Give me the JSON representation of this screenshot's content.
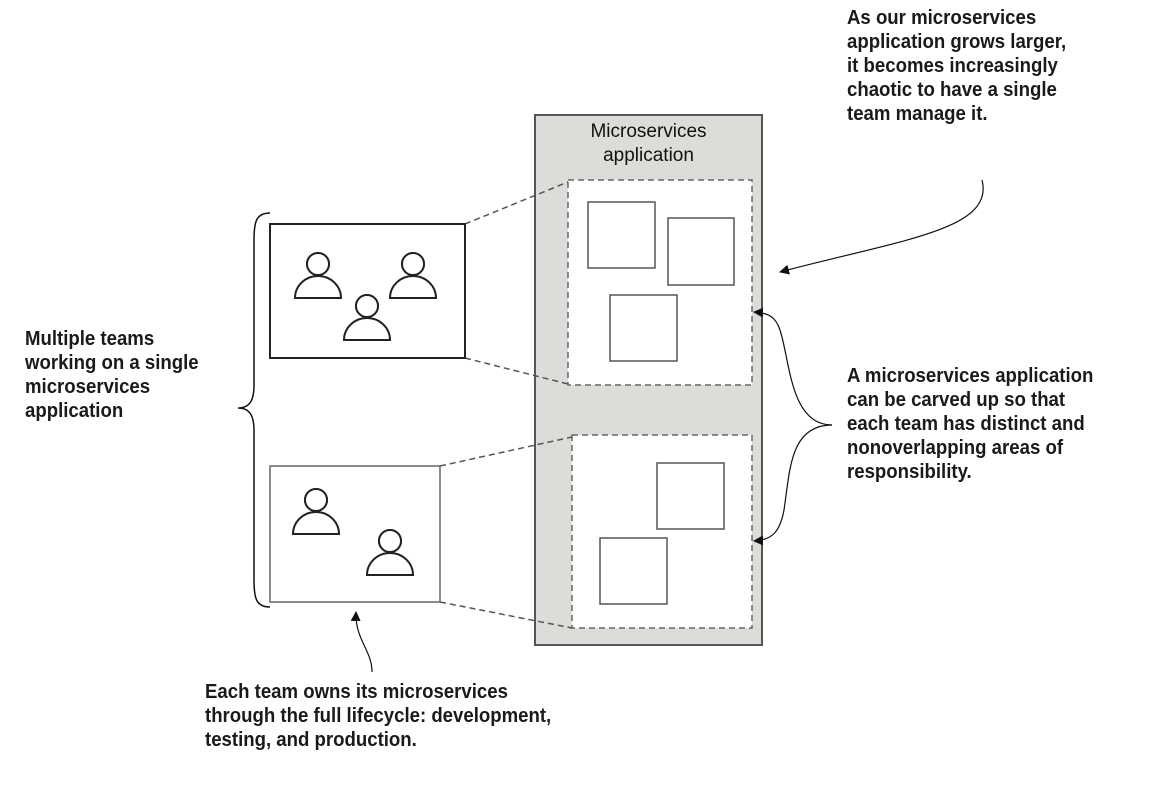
{
  "app_container": {
    "label_lines": [
      "Microservices",
      "application"
    ],
    "fill": "#dcdcd8"
  },
  "annotations": {
    "top_right": [
      "As our microservices",
      "application grows larger,",
      "it becomes increasingly",
      "chaotic to have a single",
      "team manage it."
    ],
    "left": [
      "Multiple teams",
      "working on a single",
      "microservices",
      "application"
    ],
    "right": [
      "A microservices application",
      "can be carved up so that",
      "each team has distinct and",
      "nonoverlapping areas of",
      "responsibility."
    ],
    "bottom": [
      "Each team owns its microservices",
      "through the full lifecycle: development,",
      "testing, and production."
    ]
  }
}
